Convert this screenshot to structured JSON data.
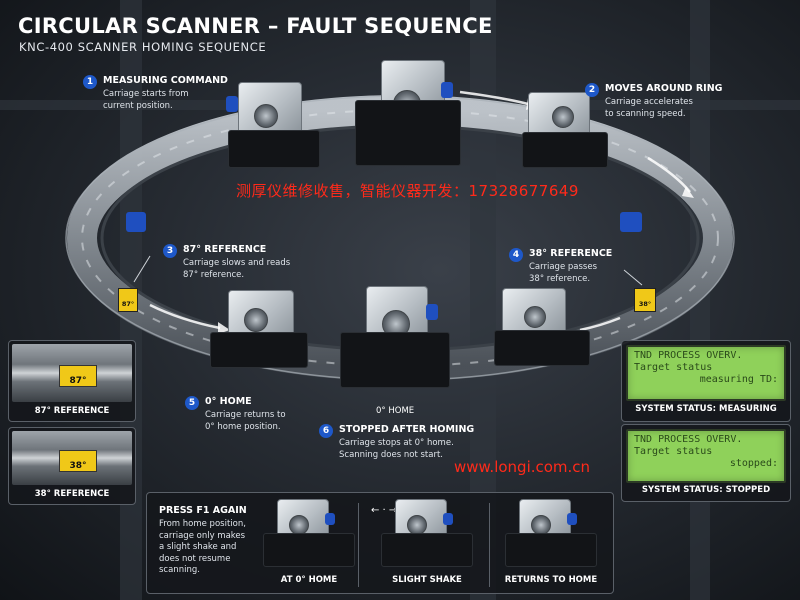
{
  "header": {
    "title": "CIRCULAR SCANNER – FAULT SEQUENCE",
    "subtitle": "KNC-400 SCANNER HOMING SEQUENCE"
  },
  "steps": [
    {
      "num": "1",
      "title": "MEASURING COMMAND",
      "desc": "Carriage starts from\ncurrent position."
    },
    {
      "num": "2",
      "title": "MOVES AROUND RING",
      "desc": "Carriage accelerates\nto scanning speed."
    },
    {
      "num": "3",
      "title": "87° REFERENCE",
      "desc": "Carriage slows and reads\n87° reference."
    },
    {
      "num": "4",
      "title": "38° REFERENCE",
      "desc": "Carriage passes\n38° reference."
    },
    {
      "num": "5",
      "title": "0° HOME",
      "desc": "Carriage returns to\n0° home position."
    },
    {
      "num": "6",
      "title": "STOPPED AFTER HOMING",
      "desc": "Carriage stops at 0° home.\nScanning does not start."
    }
  ],
  "ring": {
    "home_label": "0° HOME",
    "tag_87": "87°",
    "tag_38": "38°"
  },
  "references": {
    "ref87": {
      "tag": "87°",
      "caption": "87° REFERENCE"
    },
    "ref38": {
      "tag": "38°",
      "caption": "38° REFERENCE"
    }
  },
  "status": {
    "measuring": {
      "line1": "TND PROCESS OVERV.",
      "line2": "Target status",
      "line3": "measuring TD:",
      "caption": "SYSTEM STATUS: MEASURING"
    },
    "stopped": {
      "line1": "TND PROCESS OVERV.",
      "line2": "Target status",
      "line3": "stopped:",
      "caption": "SYSTEM STATUS: STOPPED"
    }
  },
  "f1_panel": {
    "title": "PRESS F1 AGAIN",
    "desc": "From home position,\ncarriage only makes\na slight shake and\ndoes not resume\nscanning.",
    "stages": [
      "AT 0° HOME",
      "SLIGHT SHAKE",
      "RETURNS TO HOME"
    ]
  },
  "watermarks": {
    "cn": "测厚仪维修收售，智能仪器开发：17328677649",
    "url": "www.longi.com.cn"
  },
  "colors": {
    "accent_blue": "#1e58c9",
    "lcd_green": "#8fd15a",
    "tag_yellow": "#f0c818",
    "watermark_red": "#ff2a1a"
  }
}
